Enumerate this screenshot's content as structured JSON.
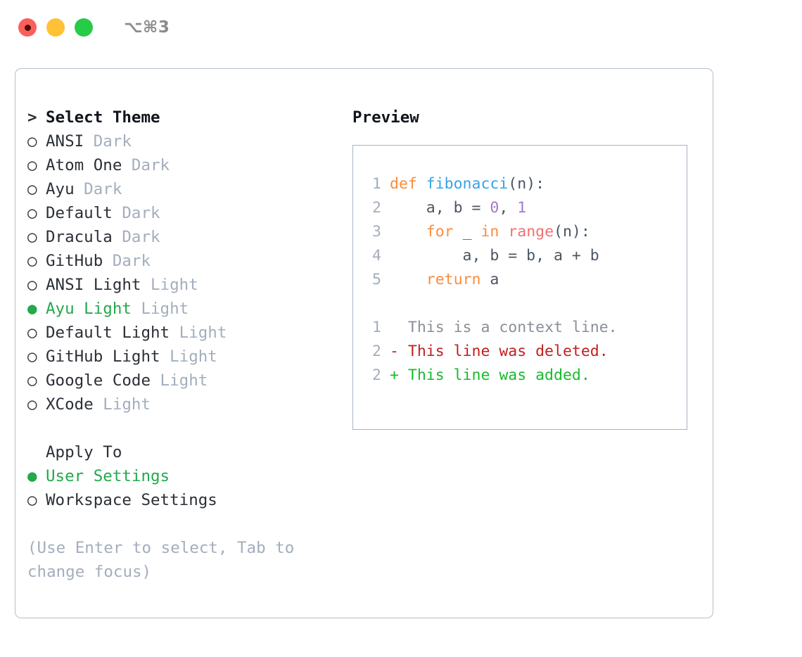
{
  "titlebar": {
    "shortcut": "⌥⌘3",
    "buttons": [
      {
        "name": "close",
        "color": "#fc5f5a"
      },
      {
        "name": "minimize",
        "color": "#ffc136"
      },
      {
        "name": "maximize",
        "color": "#26cb47"
      }
    ]
  },
  "theme_picker": {
    "heading_marker": ">",
    "heading": "Select Theme",
    "markers": {
      "selected": "●",
      "unselected": "○"
    },
    "accent_color": "#22a94b",
    "tag_color": "#a3aebd",
    "items": [
      {
        "label": "ANSI",
        "tag": "Dark",
        "selected": false
      },
      {
        "label": "Atom One",
        "tag": "Dark",
        "selected": false
      },
      {
        "label": "Ayu",
        "tag": "Dark",
        "selected": false
      },
      {
        "label": "Default",
        "tag": "Dark",
        "selected": false
      },
      {
        "label": "Dracula",
        "tag": "Dark",
        "selected": false
      },
      {
        "label": "GitHub",
        "tag": "Dark",
        "selected": false
      },
      {
        "label": "ANSI Light",
        "tag": "Light",
        "selected": false
      },
      {
        "label": "Ayu Light",
        "tag": "Light",
        "selected": true
      },
      {
        "label": "Default Light",
        "tag": "Light",
        "selected": false
      },
      {
        "label": "GitHub Light",
        "tag": "Light",
        "selected": false
      },
      {
        "label": "Google Code",
        "tag": "Light",
        "selected": false
      },
      {
        "label": "XCode",
        "tag": "Light",
        "selected": false
      }
    ]
  },
  "apply_to": {
    "label": "Apply To",
    "options": [
      {
        "label": "User Settings",
        "selected": true
      },
      {
        "label": "Workspace Settings",
        "selected": false
      }
    ]
  },
  "hint": "(Use Enter to select, Tab to change focus)",
  "preview": {
    "title": "Preview",
    "code_lines": [
      {
        "no": "1",
        "tokens": [
          {
            "t": "def ",
            "c": "kw"
          },
          {
            "t": "fibonacci",
            "c": "fn"
          },
          {
            "t": "(n):",
            "c": "punct"
          }
        ]
      },
      {
        "no": "2",
        "tokens": [
          {
            "t": "    a, b = ",
            "c": "var"
          },
          {
            "t": "0",
            "c": "num"
          },
          {
            "t": ", ",
            "c": "punct"
          },
          {
            "t": "1",
            "c": "num"
          }
        ]
      },
      {
        "no": "3",
        "tokens": [
          {
            "t": "    ",
            "c": "punct"
          },
          {
            "t": "for",
            "c": "kw"
          },
          {
            "t": " _ ",
            "c": "var"
          },
          {
            "t": "in",
            "c": "kw"
          },
          {
            "t": " ",
            "c": "var"
          },
          {
            "t": "range",
            "c": "call"
          },
          {
            "t": "(n):",
            "c": "punct"
          }
        ]
      },
      {
        "no": "4",
        "tokens": [
          {
            "t": "        a, b = b, a + b",
            "c": "var"
          }
        ]
      },
      {
        "no": "5",
        "tokens": [
          {
            "t": "    ",
            "c": "punct"
          },
          {
            "t": "return",
            "c": "kw"
          },
          {
            "t": " a",
            "c": "var"
          }
        ]
      }
    ],
    "diff_lines": [
      {
        "no": "1",
        "sign": " ",
        "text": "This is a context line.",
        "kind": "ctx"
      },
      {
        "no": "2",
        "sign": "-",
        "text": "This line was deleted.",
        "kind": "del"
      },
      {
        "no": "2",
        "sign": "+",
        "text": "This line was added.",
        "kind": "add"
      }
    ]
  }
}
